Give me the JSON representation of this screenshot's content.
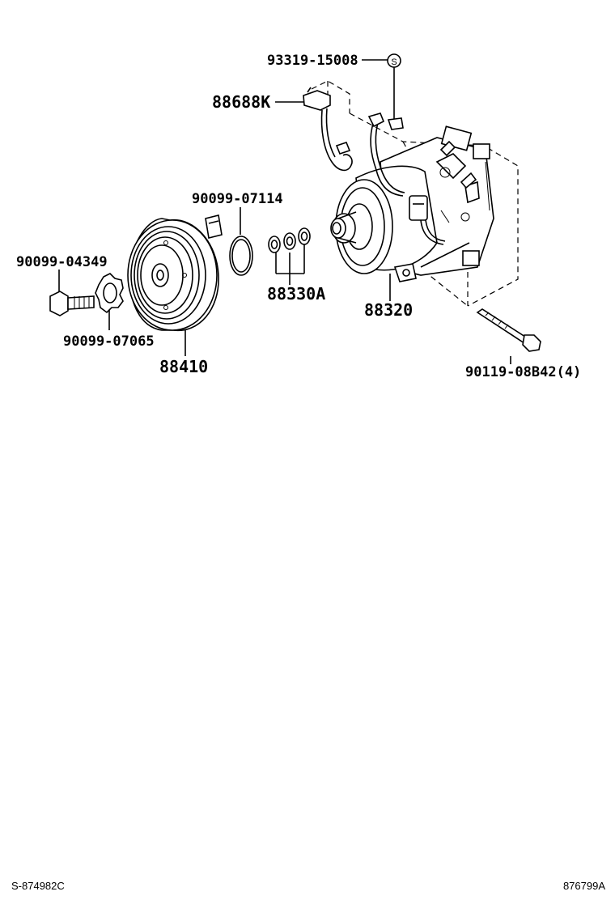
{
  "diagram": {
    "labels": {
      "p93319": "93319-15008",
      "p88688k": "88688K",
      "p90099_07114": "90099-07114",
      "p90099_04349": "90099-04349",
      "p88330a": "88330A",
      "p88320": "88320",
      "p90099_07065": "90099-07065",
      "p88410": "88410",
      "p90119": "90119-08B42(4)"
    },
    "s_mark": "S",
    "footer": {
      "left_code": "S-874982C",
      "right_code": "876799A"
    }
  }
}
